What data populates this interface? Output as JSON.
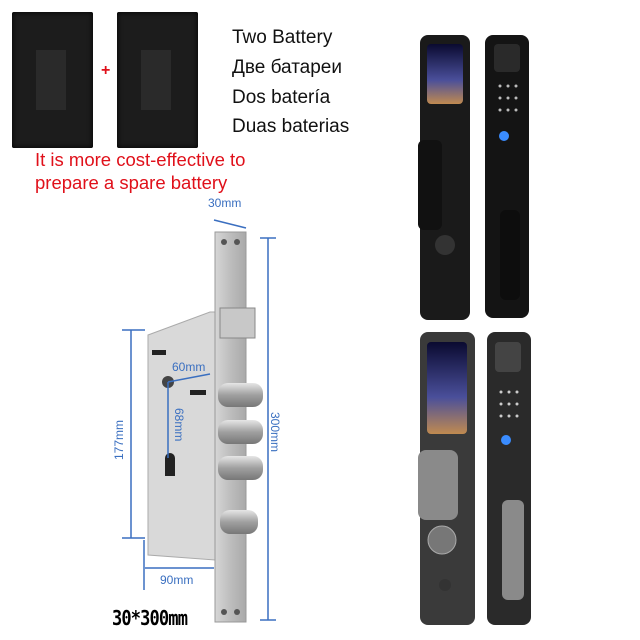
{
  "battery_section": {
    "plus_sign": "+",
    "languages": [
      "Two Battery",
      "Две батареи",
      "Dos batería",
      "Duas baterias"
    ],
    "promo_lines": [
      "It is more cost-effective to",
      "prepare a spare battery"
    ]
  },
  "mortise_lock": {
    "dimensions": {
      "faceplate_width": "30mm",
      "total_height": "300mm",
      "body_height": "177mm",
      "body_depth": "90mm",
      "backset": "60mm",
      "center_distance": "68mm"
    },
    "model_size": "30*300mm"
  },
  "colors": {
    "accent_red": "#e0101a",
    "dimension_blue": "#3a6fc0"
  }
}
